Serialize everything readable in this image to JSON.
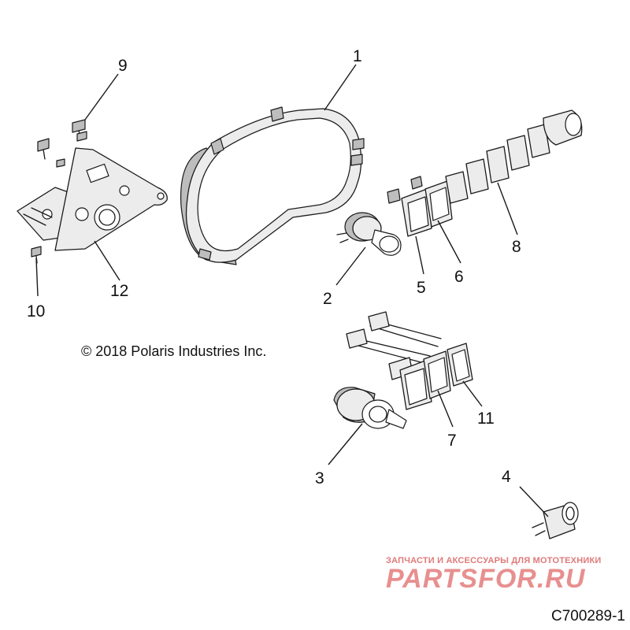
{
  "callouts": [
    "1",
    "2",
    "3",
    "4",
    "5",
    "6",
    "7",
    "8",
    "9",
    "10",
    "11",
    "12"
  ],
  "copyright": "© 2018 Polaris Industries Inc.",
  "drawing_number": "C700289-1",
  "watermark": {
    "tagline": "ЗАПЧАСТИ И АКСЕССУАРЫ ДЛЯ МОТОТЕХНИКИ",
    "brand": "PARTSFOR.RU"
  }
}
